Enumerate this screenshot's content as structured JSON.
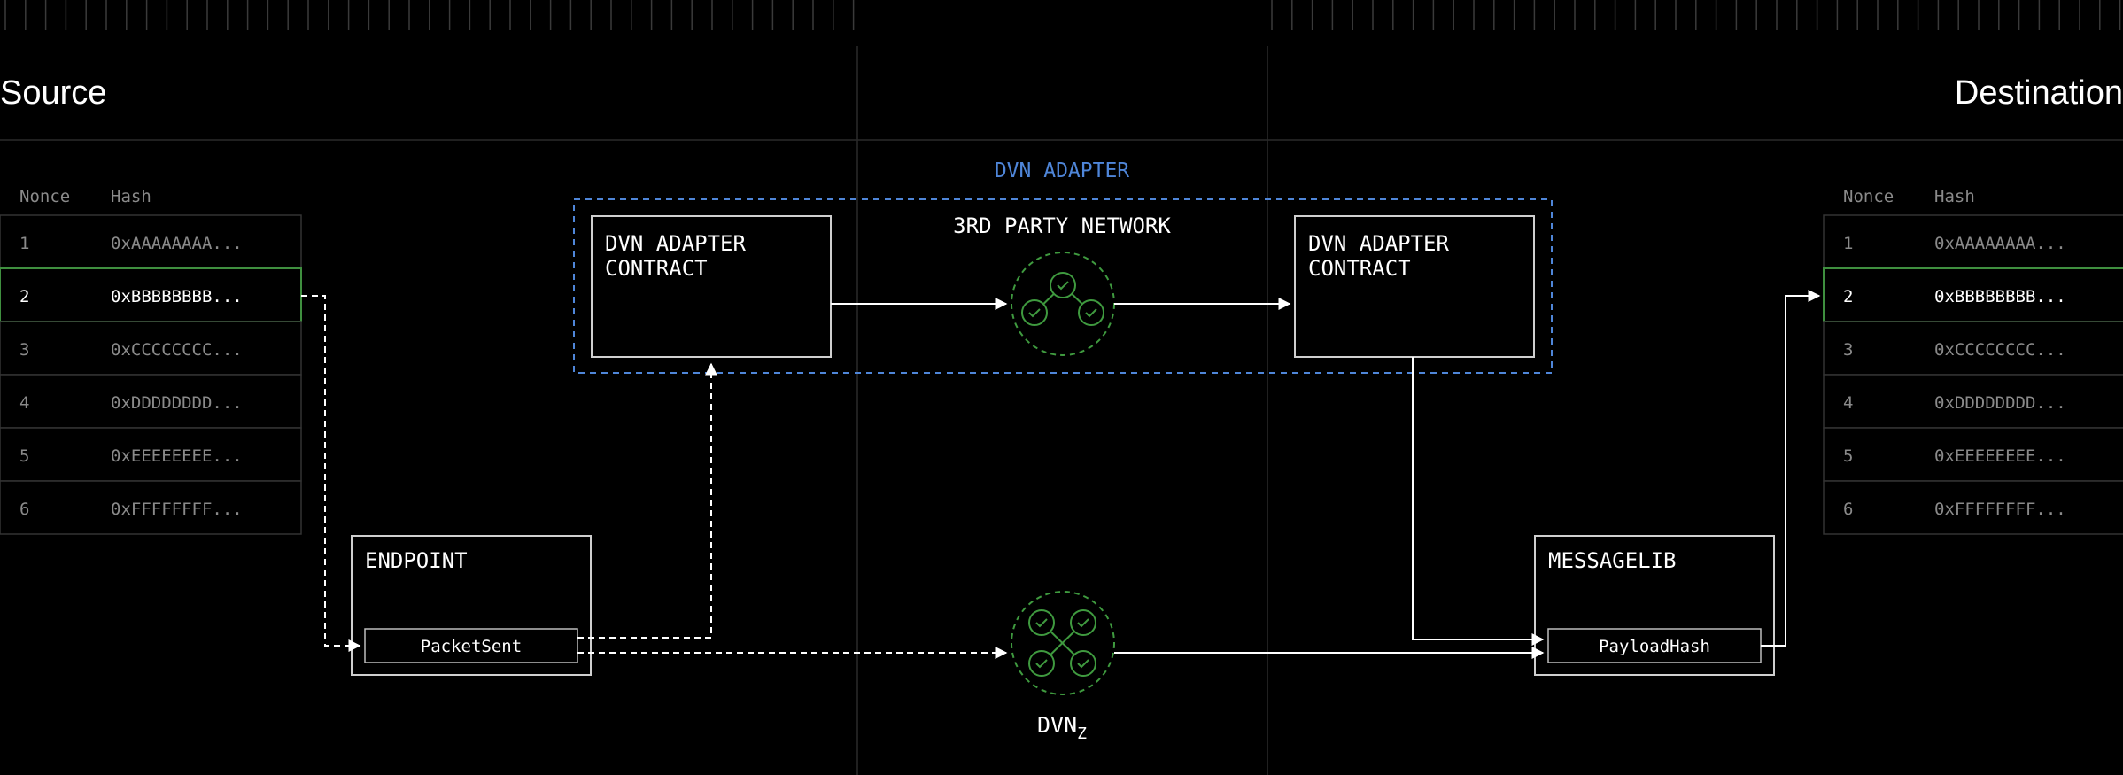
{
  "headings": {
    "source": "Source",
    "destination": "Destination"
  },
  "adapter": {
    "label": "DVN ADAPTER",
    "network_label": "3RD PARTY NETWORK"
  },
  "boxes": {
    "source_contract": [
      "DVN ADAPTER",
      "CONTRACT"
    ],
    "dest_contract": [
      "DVN ADAPTER",
      "CONTRACT"
    ],
    "endpoint": "ENDPOINT",
    "packet_sent": "PacketSent",
    "messagelib": "MESSAGELIB",
    "payload_hash": "PayloadHash"
  },
  "dvn": {
    "name": "DVN",
    "subscript": "Z"
  },
  "source_table": {
    "headers": {
      "nonce": "Nonce",
      "hash": "Hash"
    },
    "highlighted_index": 1,
    "rows": [
      {
        "nonce": "1",
        "hash": "0xAAAAAAAA..."
      },
      {
        "nonce": "2",
        "hash": "0xBBBBBBBB..."
      },
      {
        "nonce": "3",
        "hash": "0xCCCCCCCC..."
      },
      {
        "nonce": "4",
        "hash": "0xDDDDDDDD..."
      },
      {
        "nonce": "5",
        "hash": "0xEEEEEEEE..."
      },
      {
        "nonce": "6",
        "hash": "0xFFFFFFFF..."
      }
    ]
  },
  "dest_table": {
    "headers": {
      "nonce": "Nonce",
      "hash": "Hash"
    },
    "highlighted_index": 1,
    "rows": [
      {
        "nonce": "1",
        "hash": "0xAAAAAAAA..."
      },
      {
        "nonce": "2",
        "hash": "0xBBBBBBBB..."
      },
      {
        "nonce": "3",
        "hash": "0xCCCCCCCC..."
      },
      {
        "nonce": "4",
        "hash": "0xDDDDDDDD..."
      },
      {
        "nonce": "5",
        "hash": "0xEEEEEEEE..."
      },
      {
        "nonce": "6",
        "hash": "0xFFFFFFFF..."
      }
    ]
  },
  "colors": {
    "background": "#000000",
    "line": "#ffffff",
    "grid": "#2a2a2a",
    "adapter_blue": "#4f86d9",
    "dvn_green": "#3f9a3f",
    "row_border": "#333333",
    "row_highlight": "#3f8f3f",
    "muted_text": "#8a8a8a"
  }
}
